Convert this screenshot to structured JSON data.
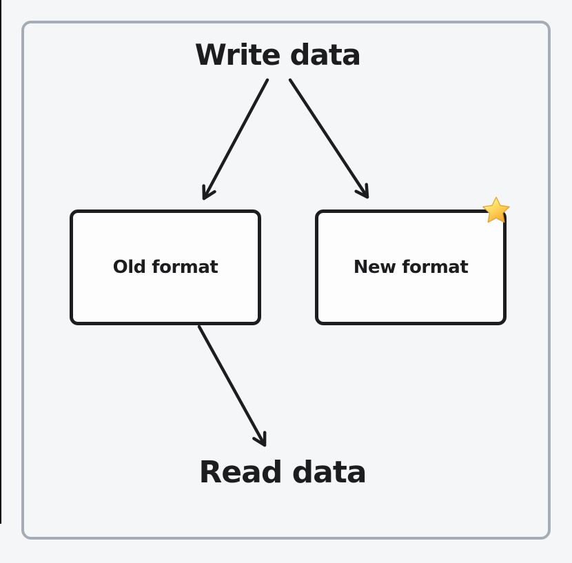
{
  "frame": {
    "background": "#f5f6f8",
    "border_color": "#a6acb6"
  },
  "diagram": {
    "title": "Write data",
    "bottom_label": "Read data",
    "nodes": [
      {
        "label": "Old format"
      },
      {
        "label": "New format",
        "badge_icon": "star-icon"
      }
    ],
    "edges": [
      {
        "from": "Write data",
        "to": "Old format"
      },
      {
        "from": "Write data",
        "to": "New format"
      },
      {
        "from": "Old format",
        "to": "Read data"
      }
    ],
    "colors": {
      "ink": "#1d1d1f",
      "node_fill": "#fdfdfd",
      "star_gold": "#ffc93c",
      "star_light": "#fff3c2",
      "star_edge": "#e39b2d"
    }
  }
}
